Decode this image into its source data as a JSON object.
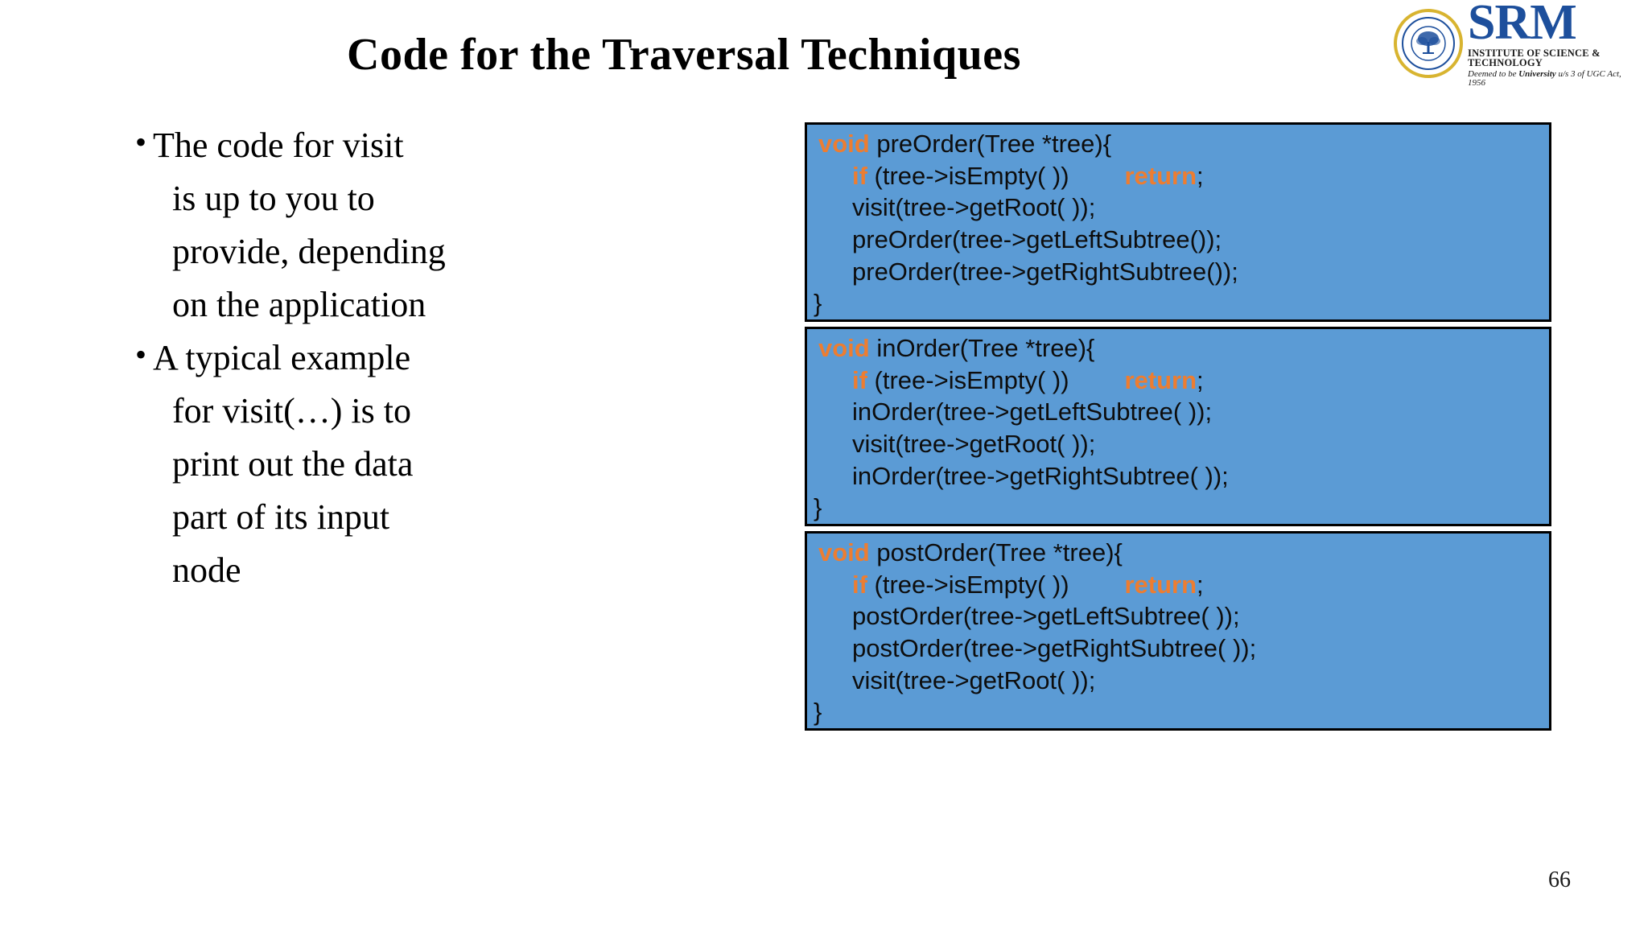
{
  "slide": {
    "title": "Code for the Traversal Techniques",
    "page_number": "66",
    "background_color": "#ffffff"
  },
  "logo": {
    "name": "SRM",
    "subtitle_1": "INSTITUTE OF SCIENCE & TECHNOLOGY",
    "subtitle_2_prefix": "Deemed to be ",
    "subtitle_2_bold": "University",
    "subtitle_2_suffix": " u/s 3 of UGC Act, 1956",
    "brand_color": "#1d4f9c",
    "seal_ring_color": "#d8b430"
  },
  "bullets": [
    {
      "marker": "•",
      "lines": [
        "The code for visit",
        "is up to you to",
        "provide, depending",
        "on the application"
      ]
    },
    {
      "marker": "•",
      "lines": [
        "A typical example",
        "for visit(…) is to",
        "print out the data",
        "part of its input",
        "node"
      ]
    }
  ],
  "code_blocks": [
    {
      "name": "preOrder",
      "background": "#5b9bd5",
      "keyword_color": "#ed7d31",
      "text_color": "#0d0d0d",
      "lines": [
        {
          "indent": 0,
          "parts": [
            {
              "t": "void",
              "k": "kw"
            },
            {
              "t": " preOrder(Tree *tree){",
              "k": ""
            }
          ]
        },
        {
          "indent": 1,
          "parts": [
            {
              "t": "if",
              "k": "kw"
            },
            {
              "t": " (tree->isEmpty( ))        ",
              "k": ""
            },
            {
              "t": "return",
              "k": "ret"
            },
            {
              "t": ";",
              "k": ""
            }
          ]
        },
        {
          "indent": 1,
          "parts": [
            {
              "t": "visit(tree->getRoot( ));",
              "k": ""
            }
          ]
        },
        {
          "indent": 1,
          "parts": [
            {
              "t": "preOrder(tree->getLeftSubtree());",
              "k": ""
            }
          ]
        },
        {
          "indent": 1,
          "parts": [
            {
              "t": "preOrder(tree->getRightSubtree());",
              "k": ""
            }
          ]
        },
        {
          "indent": 0,
          "parts": [
            {
              "t": "}",
              "k": ""
            }
          ]
        }
      ]
    },
    {
      "name": "inOrder",
      "background": "#5b9bd5",
      "keyword_color": "#ed7d31",
      "text_color": "#0d0d0d",
      "lines": [
        {
          "indent": 0,
          "parts": [
            {
              "t": "void",
              "k": "kw"
            },
            {
              "t": " inOrder(Tree *tree){",
              "k": ""
            }
          ]
        },
        {
          "indent": 1,
          "parts": [
            {
              "t": "if",
              "k": "kw"
            },
            {
              "t": " (tree->isEmpty( ))        ",
              "k": ""
            },
            {
              "t": "return",
              "k": "ret"
            },
            {
              "t": ";",
              "k": ""
            }
          ]
        },
        {
          "indent": 1,
          "parts": [
            {
              "t": "inOrder(tree->getLeftSubtree( ));",
              "k": ""
            }
          ]
        },
        {
          "indent": 1,
          "parts": [
            {
              "t": "visit(tree->getRoot( ));",
              "k": ""
            }
          ]
        },
        {
          "indent": 1,
          "parts": [
            {
              "t": "inOrder(tree->getRightSubtree( ));",
              "k": ""
            }
          ]
        },
        {
          "indent": 0,
          "parts": [
            {
              "t": "}",
              "k": ""
            }
          ]
        }
      ]
    },
    {
      "name": "postOrder",
      "background": "#5b9bd5",
      "keyword_color": "#ed7d31",
      "text_color": "#0d0d0d",
      "lines": [
        {
          "indent": 0,
          "parts": [
            {
              "t": "void",
              "k": "kw"
            },
            {
              "t": " postOrder(Tree *tree){",
              "k": ""
            }
          ]
        },
        {
          "indent": 1,
          "parts": [
            {
              "t": "if",
              "k": "kw"
            },
            {
              "t": " (tree->isEmpty( ))        ",
              "k": ""
            },
            {
              "t": "return",
              "k": "ret"
            },
            {
              "t": ";",
              "k": ""
            }
          ]
        },
        {
          "indent": 1,
          "parts": [
            {
              "t": "postOrder(tree->getLeftSubtree( ));",
              "k": ""
            }
          ]
        },
        {
          "indent": 1,
          "parts": [
            {
              "t": "postOrder(tree->getRightSubtree( ));",
              "k": ""
            }
          ]
        },
        {
          "indent": 1,
          "parts": [
            {
              "t": "visit(tree->getRoot( ));",
              "k": ""
            }
          ]
        },
        {
          "indent": 0,
          "parts": [
            {
              "t": "}",
              "k": ""
            }
          ]
        }
      ]
    }
  ]
}
